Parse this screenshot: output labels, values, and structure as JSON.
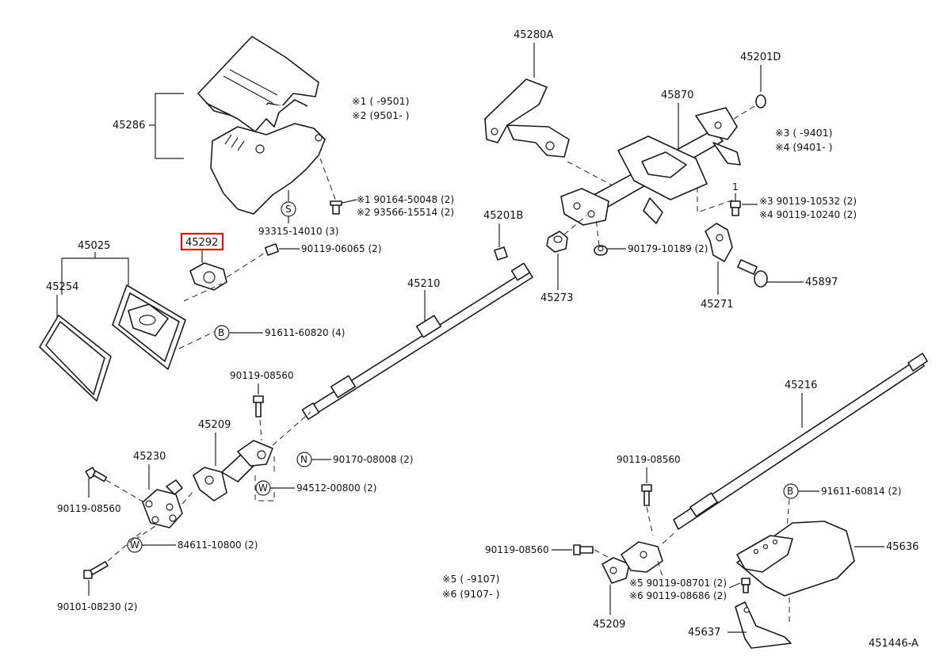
{
  "diagram": {
    "highlight_color": "#dd1111",
    "highlighted_part": "45292",
    "part_numbers": {
      "p45280A": "45280A",
      "p45201D": "45201D",
      "p45870": "45870",
      "p45286": "45286",
      "p45292": "45292",
      "p45025": "45025",
      "p45254": "45254",
      "p45201B": "45201B",
      "p45210": "45210",
      "p45273": "45273",
      "p45271": "45271",
      "p45897": "45897",
      "p45216": "45216",
      "p45209a": "45209",
      "p45230": "45230",
      "p45209b": "45209",
      "p45636": "45636",
      "p45637": "45637",
      "figure_id": "451446-A"
    },
    "fasteners": {
      "f1": "※1  90164-50048 (2)",
      "f2": "※2  93566-15514 (2)",
      "f3": "93315-14010 (3)",
      "f4": "90119-06065 (2)",
      "f5": "91611-60820 (4)",
      "f6": "90119-08560",
      "f7": "90170-08008 (2)",
      "f8": "94512-00800 (2)",
      "f9": "90119-08560",
      "f10": "84611-10800 (2)",
      "f11": "90101-08230 (2)",
      "f12": "90179-10189 (2)",
      "f13": "※3  90119-10532 (2)",
      "f14": "※4  90119-10240 (2)",
      "f15": "91611-60814 (2)",
      "f16": "90119-08560",
      "f17": "90119-08560",
      "f18": "※5  90119-08701 (2)",
      "f19": "※6  90119-08686 (2)"
    },
    "symbols": {
      "s": "S",
      "b1": "B",
      "b2": "B",
      "n": "N",
      "w1": "W",
      "w2": "W",
      "one": "1"
    },
    "notes": {
      "n1": "※1 (      -9501)",
      "n2": "※2 (9501-       )",
      "n3": "※3 (      -9401)",
      "n4": "※4 (9401-       )",
      "n5": "※5 (      -9107)",
      "n6": "※6 (9107-       )"
    }
  }
}
